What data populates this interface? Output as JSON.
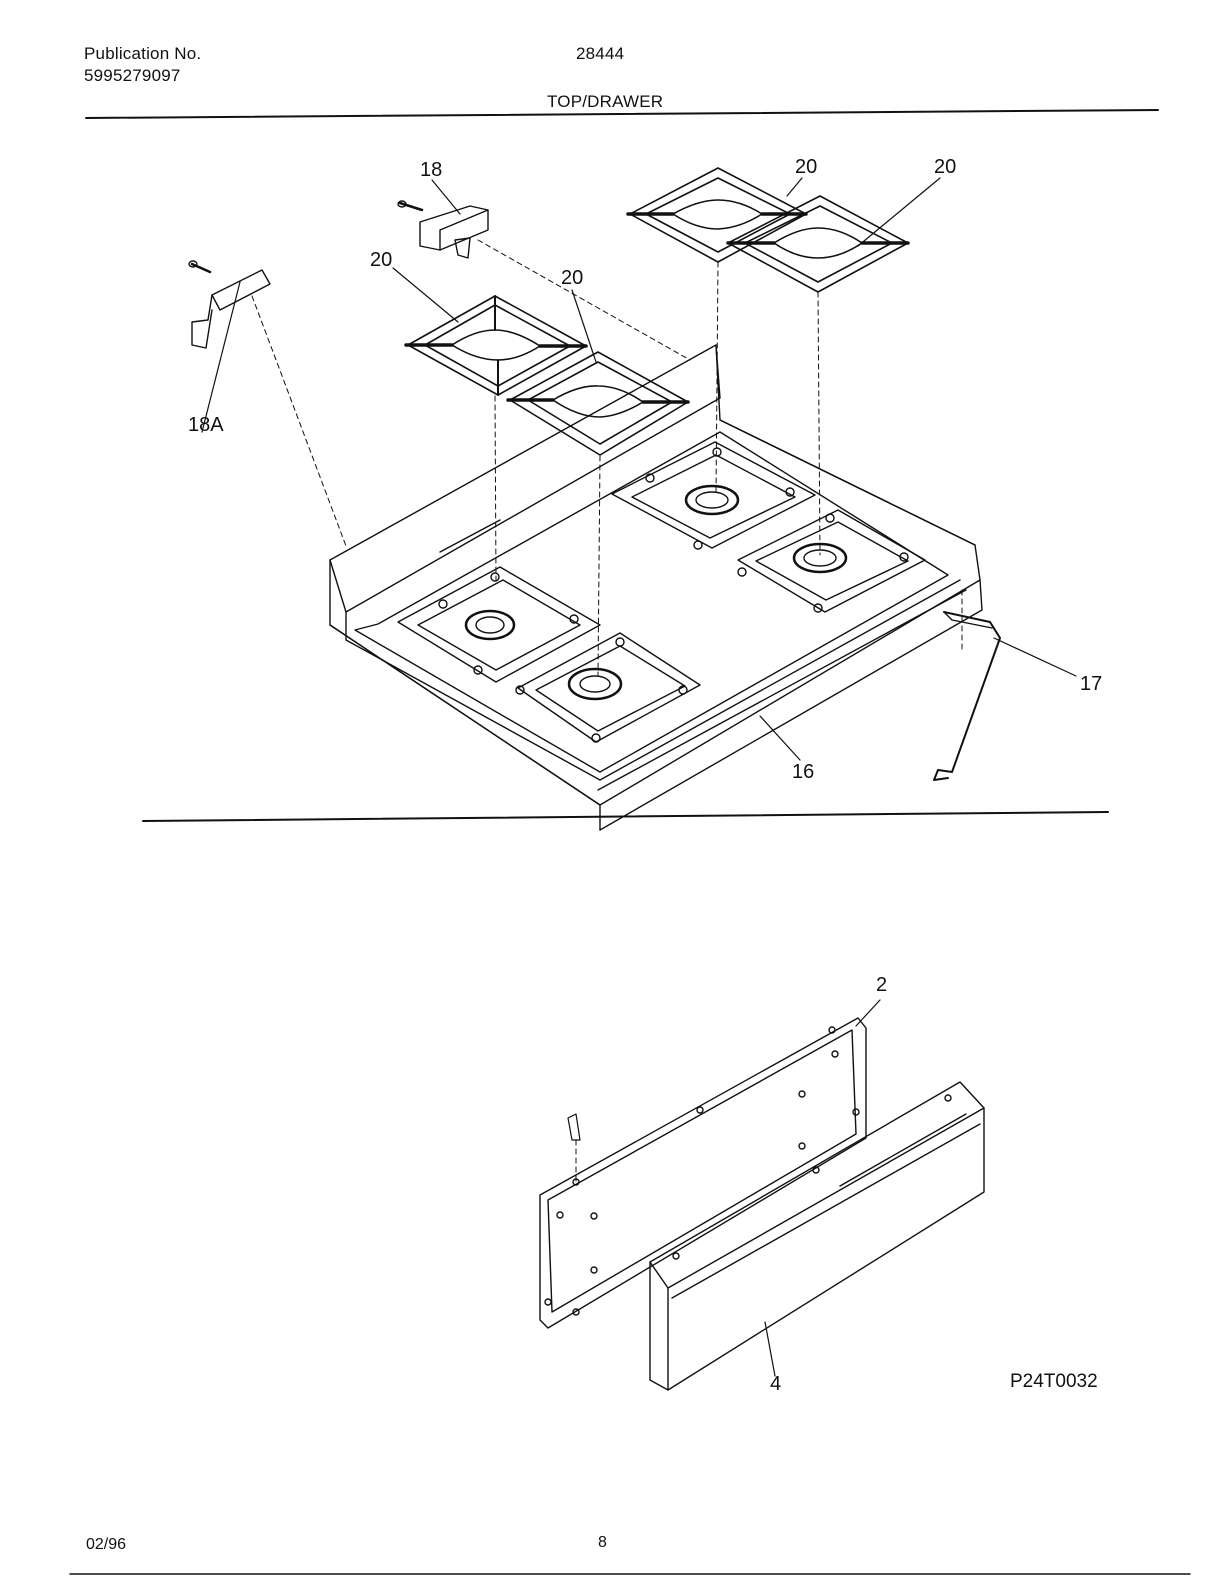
{
  "header": {
    "publication_label": "Publication No.",
    "publication_number": "5995279097",
    "model_number": "28444",
    "section_title": "TOP/DRAWER"
  },
  "callouts": {
    "top_bracket": "18",
    "side_bracket": "18A",
    "grate_rear_left": "20",
    "grate_front_left": "20",
    "grate_rear_right": "20",
    "grate_front_right": "20",
    "cooktop": "16",
    "top_prop_rod": "17",
    "drawer_back_panel": "2",
    "drawer_front_panel": "4"
  },
  "figure_code": "P24T0032",
  "footer": {
    "date": "02/96",
    "page_number": "8"
  }
}
